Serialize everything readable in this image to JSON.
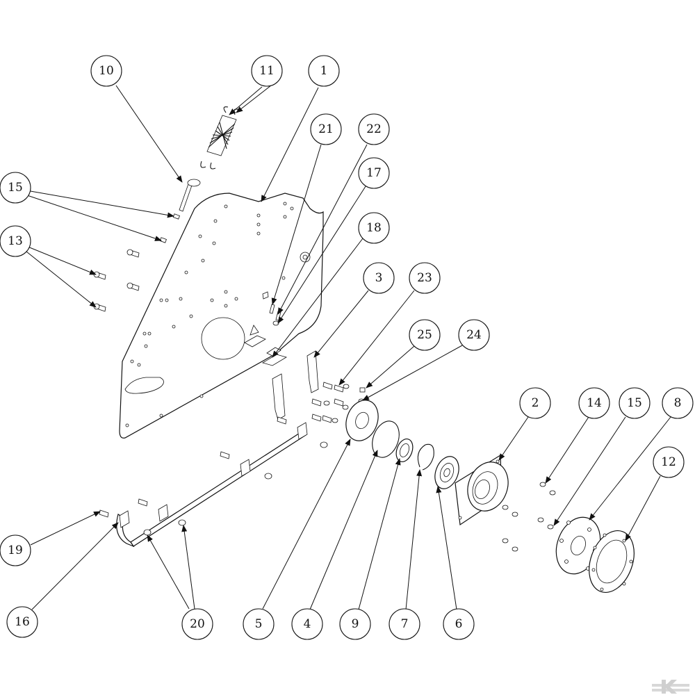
{
  "callouts": [
    {
      "id": "10"
    },
    {
      "id": "11"
    },
    {
      "id": "1"
    },
    {
      "id": "21"
    },
    {
      "id": "22"
    },
    {
      "id": "17"
    },
    {
      "id": "15"
    },
    {
      "id": "13"
    },
    {
      "id": "18"
    },
    {
      "id": "3"
    },
    {
      "id": "23"
    },
    {
      "id": "25"
    },
    {
      "id": "24"
    },
    {
      "id": "2"
    },
    {
      "id": "14"
    },
    {
      "id": "15"
    },
    {
      "id": "8"
    },
    {
      "id": "12"
    },
    {
      "id": "19"
    },
    {
      "id": "16"
    },
    {
      "id": "20"
    },
    {
      "id": "5"
    },
    {
      "id": "4"
    },
    {
      "id": "9"
    },
    {
      "id": "7"
    },
    {
      "id": "6"
    }
  ],
  "logo": {
    "name": "brand-watermark-logo"
  }
}
